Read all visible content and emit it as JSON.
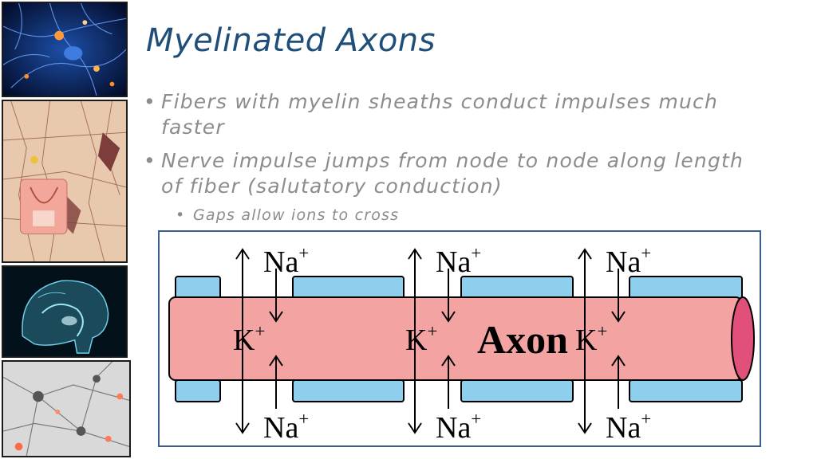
{
  "slide": {
    "title": "Myelinated Axons",
    "bullets": [
      {
        "text": "Fibers with myelin sheaths conduct impulses much faster"
      },
      {
        "text": "Nerve impulse jumps from node to node along length of fiber (salutatory conduction)",
        "sub": {
          "text": "Gaps allow ions to cross"
        }
      }
    ],
    "bullet_glyph": "•"
  },
  "diagram": {
    "axon_label": "Axon",
    "na_label": "Na",
    "k_label": "K",
    "plus": "+",
    "colors": {
      "axon_fill": "#f4a3a3",
      "myelin_fill": "#8ecfee",
      "axon_end": "#e0507a",
      "frame_border": "#3b5f8a"
    }
  },
  "sidebar": {
    "images": [
      "neuron-network-image",
      "neuron-tissue-image",
      "brain-scan-image",
      "glowing-neurons-image"
    ]
  }
}
